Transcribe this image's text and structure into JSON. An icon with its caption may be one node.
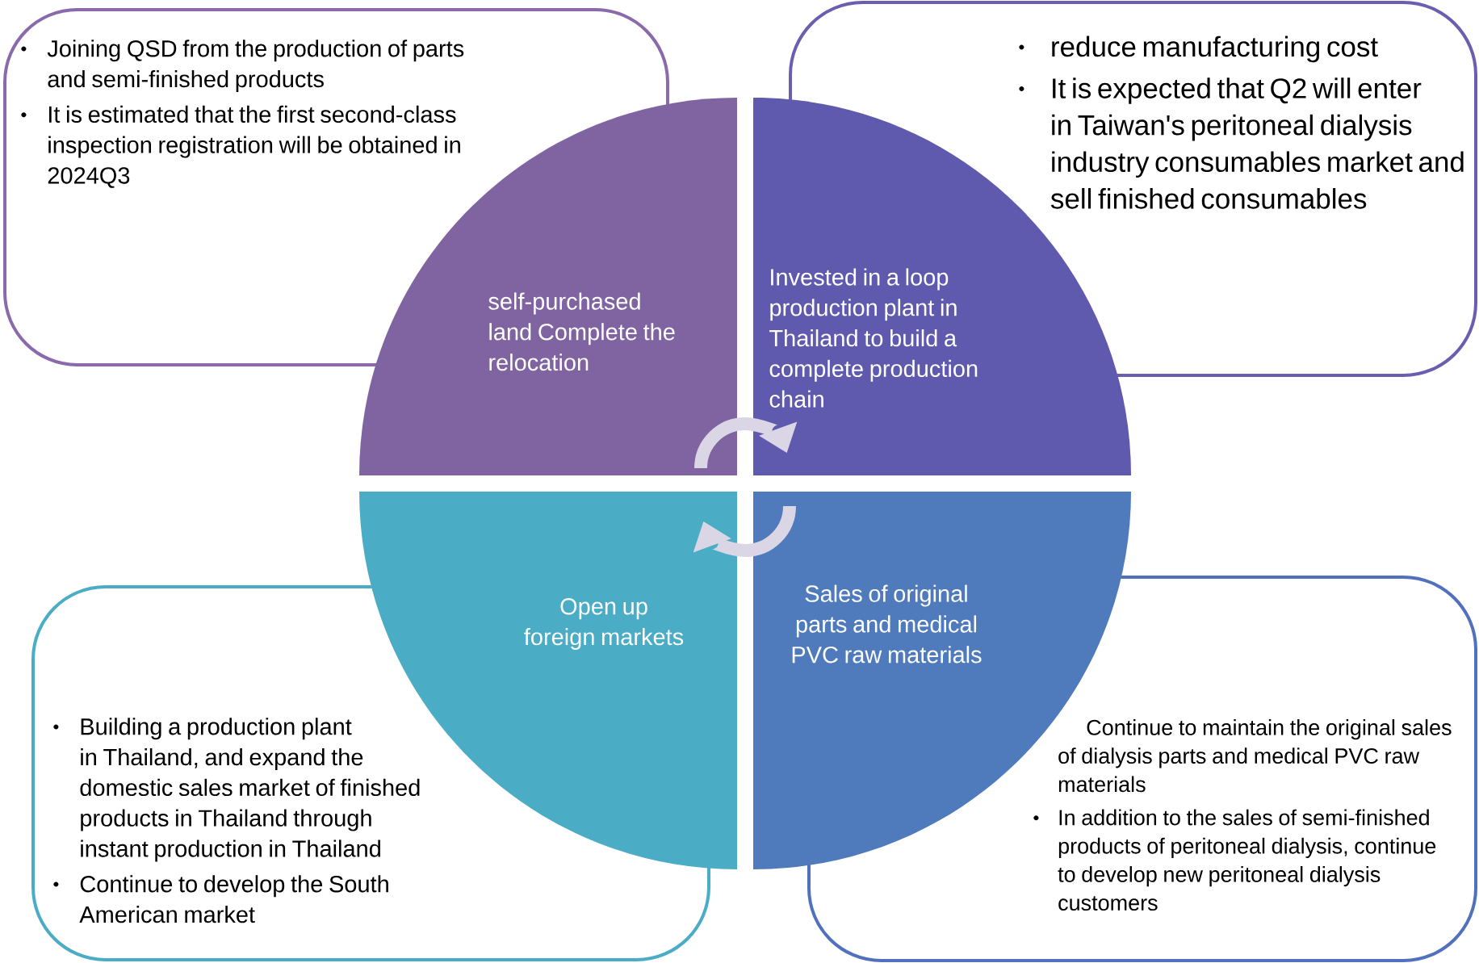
{
  "diagram": {
    "nodes": [
      {
        "text": [
          "Joining QSD from the production of parts and semi-finished products",
          "It is estimated that the first second-class inspection registration will be obtained in 2024Q3"
        ]
      },
      {
        "text": [
          "reduce manufacturing cost",
          "It is expected that Q2 will enter in Taiwan's peritoneal dialysis industry consumables market and sell finished consumables"
        ]
      },
      {
        "text": [
          "self-purchased land Complete the relocation"
        ]
      },
      {
        "text": [
          "Invested in a loop production plant in Thailand to build a complete production chain"
        ]
      },
      {
        "text": [
          "Open up foreign markets"
        ]
      },
      {
        "text": [
          "Sales of original parts and medical PVC raw materials"
        ]
      },
      {
        "text": [
          "Building a production plant in Thailand, and expand the domestic sales market of finished products in Thailand through instant production in Thailand",
          "Continue to develop the South American market"
        ]
      },
      {
        "text": [
          "Continue to maintain the original sales of dialysis parts and medical PVC raw materials",
          "In addition to the sales of semi-finished products of peritoneal dialysis, continue to develop new peritoneal dialysis customers"
        ]
      }
    ],
    "edges": [
      {
        "from": 2,
        "to": 3,
        "arrow": "to"
      },
      {
        "from": 5,
        "to": 4,
        "arrow": "to"
      }
    ]
  }
}
